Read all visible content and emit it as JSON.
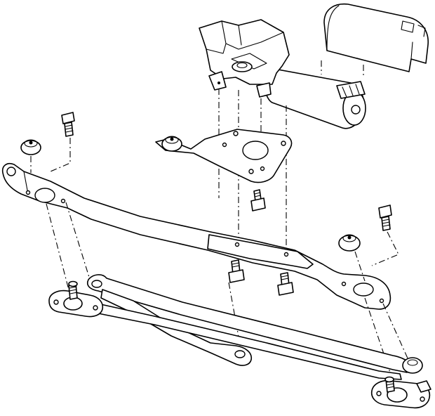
{
  "diagram": {
    "kind": "exploded-assembly-line-drawing",
    "line_color": "#000000",
    "background_color": "#ffffff",
    "parts": [
      "motor-cover",
      "wiper-motor",
      "motor-mounting-bracket",
      "rubber-grommet",
      "mounting-bolt",
      "support-bar",
      "linkage-arms",
      "pivot-assembly"
    ]
  }
}
